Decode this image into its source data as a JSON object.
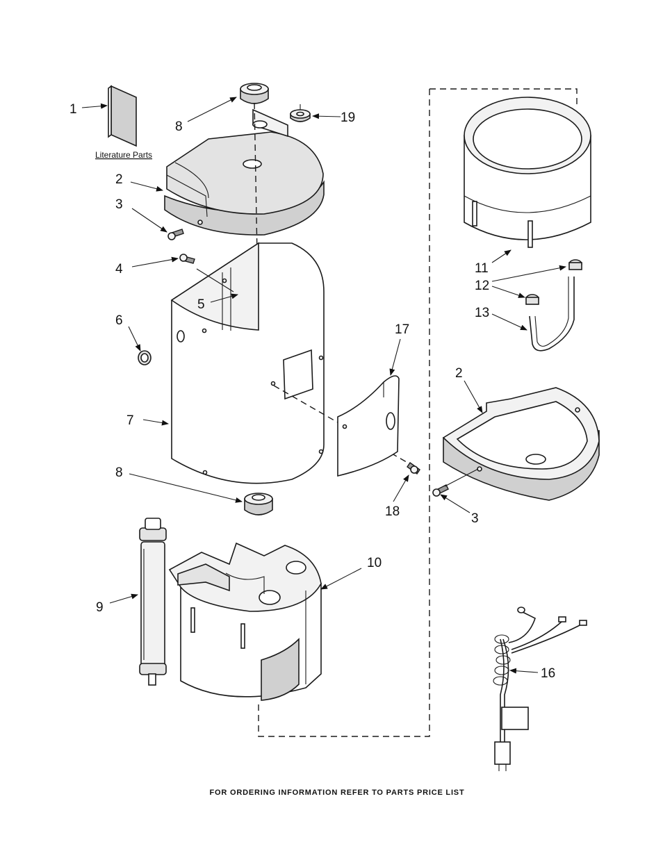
{
  "callouts": {
    "c1": "1",
    "c2a": "2",
    "c3a": "3",
    "c4": "4",
    "c5": "5",
    "c6": "6",
    "c7": "7",
    "c8a": "8",
    "c8b": "8",
    "c9": "9",
    "c10": "10",
    "c11": "11",
    "c12": "12",
    "c13": "13",
    "c2b": "2",
    "c3b": "3",
    "c16": "16",
    "c17": "17",
    "c18": "18",
    "c19": "19"
  },
  "literature_label": "Literature Parts",
  "footer": "FOR ORDERING INFORMATION REFER TO PARTS PRICE LIST"
}
